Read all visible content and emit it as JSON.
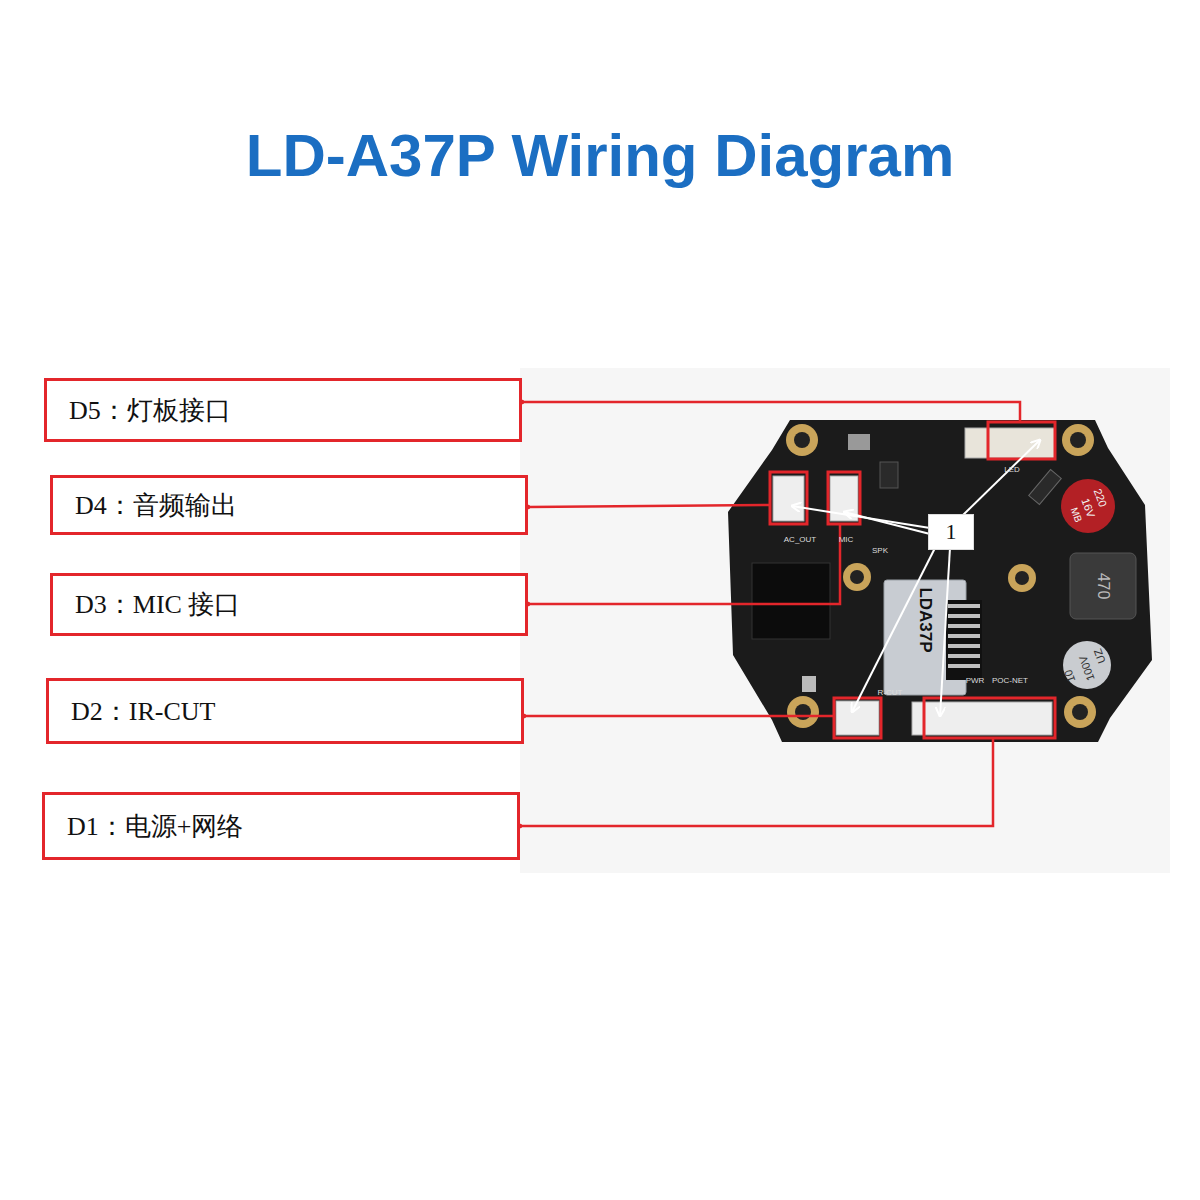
{
  "diagram": {
    "title": "LD-A37P Wiring Diagram",
    "nodes": [
      {
        "text": [
          "D5：灯板接口"
        ]
      },
      {
        "text": [
          "D4：音频输出"
        ]
      },
      {
        "text": [
          "D3：MIC 接口"
        ]
      },
      {
        "text": [
          "D2：IR-CUT"
        ]
      },
      {
        "text": [
          "D1：电源+网络"
        ]
      },
      {
        "text": [
          "1"
        ]
      }
    ],
    "labels": [
      "LED",
      "AC_OUT",
      "MIC",
      "SPK",
      "LDA37P",
      "220",
      "16V",
      "MB",
      "470",
      "10",
      "100V",
      "UZ",
      "PWR",
      "POC-NET",
      "R-CUT"
    ]
  }
}
